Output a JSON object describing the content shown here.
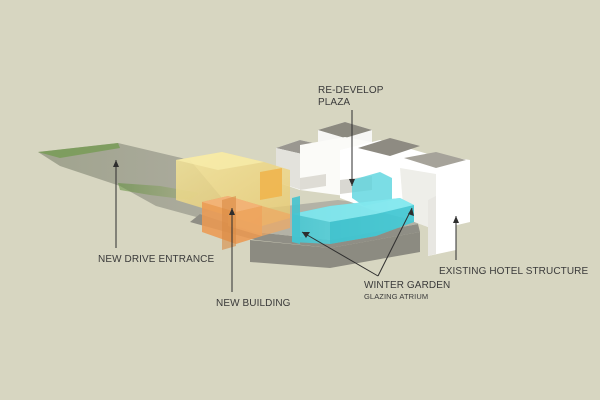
{
  "labels": {
    "redevelop_plaza_line1": "RE-DEVELOP",
    "redevelop_plaza_line2": "PLAZA",
    "new_drive_entrance": "NEW DRIVE ENTRANCE",
    "new_building": "NEW BUILDING",
    "winter_garden": "WINTER GARDEN",
    "glazing_atrium": "GLAZING ATRIUM",
    "existing_hotel_structure": "EXISTING HOTEL STRUCTURE"
  },
  "colors": {
    "background": "#d7d6c1",
    "ground_slab": "#9d9c92",
    "drive_grass": "#6f9a4a",
    "new_building_yellow": "#f2e08a",
    "new_building_orange": "#ec9a52",
    "glazing_cyan": "#53d6df",
    "hotel_white": "#ffffff",
    "arrow": "#2e2e2e"
  }
}
